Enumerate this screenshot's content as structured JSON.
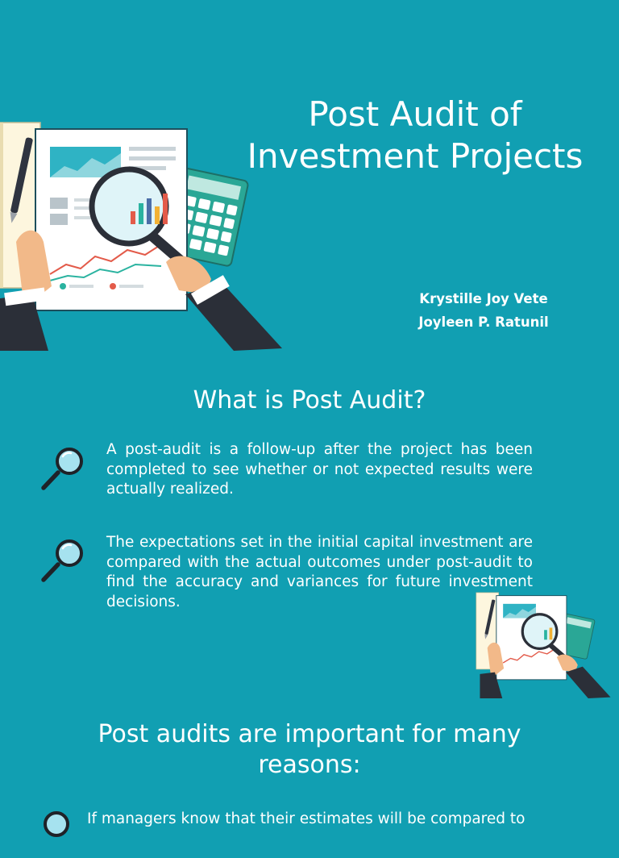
{
  "slide1": {
    "title": "Post Audit of Investment Projects",
    "authors": [
      "Krystille Joy Vete",
      "Joyleen P. Ratunil"
    ]
  },
  "slide2": {
    "heading": "What is Post Audit?",
    "bullets": [
      "A post-audit is a follow-up after the project has been completed to see whether or not expected results were actually realized.",
      "The expectations set in the initial capital investment are compared with the actual outcomes under post-audit to find the accuracy and variances for future investment decisions."
    ]
  },
  "slide3": {
    "heading": "Post audits are important for many reasons:",
    "bullets": [
      "If managers know that their estimates will be compared to"
    ]
  },
  "colors": {
    "background": "#119fb2",
    "text": "#ffffff"
  },
  "icons": [
    "magnifier-icon",
    "audit-illustration"
  ]
}
